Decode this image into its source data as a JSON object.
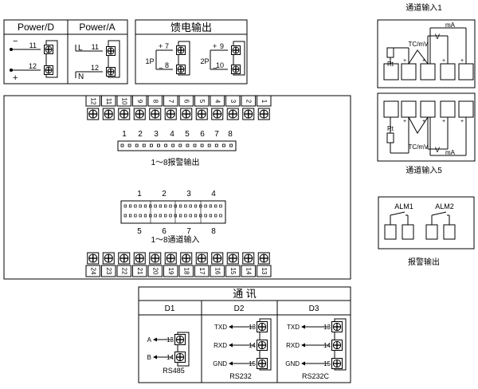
{
  "power_d": {
    "title": "Power/D",
    "terminals": [
      "11",
      "12"
    ],
    "signs": [
      "−",
      "+"
    ]
  },
  "power_a": {
    "title": "Power/A",
    "terminals": [
      "11",
      "12"
    ],
    "signs": [
      "L",
      "N"
    ]
  },
  "feed": {
    "title": "馈电输出",
    "group1": {
      "label": "1P",
      "terminals": [
        "7",
        "8"
      ],
      "signs": [
        "+",
        "−"
      ]
    },
    "group2": {
      "label": "2P",
      "terminals": [
        "9",
        "10"
      ],
      "signs": [
        "+",
        "−"
      ]
    }
  },
  "channel_in_1": {
    "title": "通道输入1",
    "labels": {
      "ma": "mA",
      "v": "V",
      "rt": "Rt",
      "tc": "TC/mV"
    }
  },
  "channel_in_5": {
    "title": "通道输入5",
    "labels": {
      "ma": "mA",
      "v": "V",
      "rt": "Rt",
      "tc": "TC/mV"
    }
  },
  "alarm_out": {
    "title": "报警输出",
    "alm1": "ALM1",
    "alm2": "ALM2"
  },
  "main_panel": {
    "top_terminals": [
      "12",
      "11",
      "10",
      "9",
      "8",
      "7",
      "6",
      "5",
      "4",
      "3",
      "2",
      "1"
    ],
    "bottom_terminals": [
      "24",
      "23",
      "22",
      "21",
      "20",
      "19",
      "18",
      "17",
      "16",
      "15",
      "14",
      "13"
    ],
    "alarm_numbers": [
      "1",
      "2",
      "3",
      "4",
      "5",
      "6",
      "7",
      "8"
    ],
    "alarm_caption": "1～8报警输出",
    "channel_numbers_top": [
      "1",
      "2",
      "3",
      "4"
    ],
    "channel_numbers_bottom": [
      "5",
      "6",
      "7",
      "8"
    ],
    "channel_caption": "1～8通道输入"
  },
  "comm": {
    "title": "通  讯",
    "columns": [
      "D1",
      "D2",
      "D3"
    ],
    "d1": {
      "pins": [
        {
          "name": "A",
          "terminal": "13"
        },
        {
          "name": "B",
          "terminal": "14"
        }
      ],
      "label": "RS485"
    },
    "d2": {
      "pins": [
        {
          "name": "TXD",
          "terminal": "13"
        },
        {
          "name": "RXD",
          "terminal": "14"
        },
        {
          "name": "GND",
          "terminal": "15"
        }
      ],
      "label": "RS232"
    },
    "d3": {
      "pins": [
        {
          "name": "TXD",
          "terminal": "13"
        },
        {
          "name": "RXD",
          "terminal": "14"
        },
        {
          "name": "GND",
          "terminal": "15"
        }
      ],
      "label": "RS232C"
    }
  }
}
